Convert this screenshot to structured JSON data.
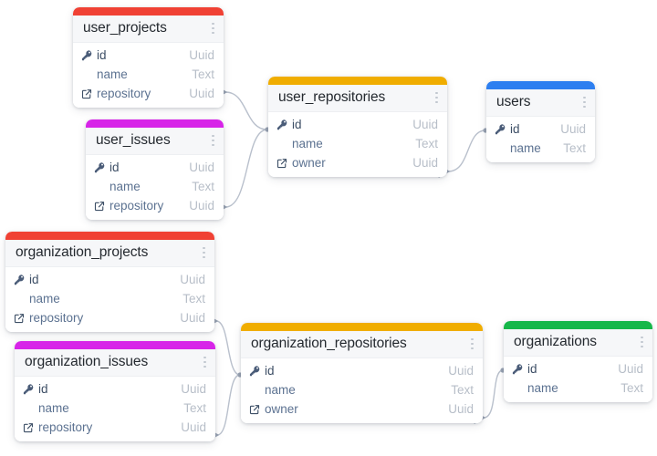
{
  "diagram": {
    "kind": "entity-relationship-diagram",
    "background": "#ffffff",
    "edge_color": "#b9c0cc",
    "menu_icon": "kebab-menu-icon",
    "icons": {
      "primary_key": "key-icon",
      "foreign_key": "external-link-icon"
    },
    "accent_colors": {
      "projects": "#f04134",
      "issues": "#d724e8",
      "repositories": "#f0ad00",
      "users": "#2d7ff0",
      "organizations": "#16b74a"
    }
  },
  "tables": [
    {
      "id": "user_projects",
      "name": "user_projects",
      "accent": "#f04134",
      "fields": [
        {
          "icon": "key-icon",
          "name": "id",
          "type": "Uuid",
          "key": "primary"
        },
        {
          "icon": "none",
          "name": "name",
          "type": "Text",
          "key": "none"
        },
        {
          "icon": "external-link-icon",
          "name": "repository",
          "type": "Uuid",
          "key": "foreign"
        }
      ]
    },
    {
      "id": "user_issues",
      "name": "user_issues",
      "accent": "#d724e8",
      "fields": [
        {
          "icon": "key-icon",
          "name": "id",
          "type": "Uuid",
          "key": "primary"
        },
        {
          "icon": "none",
          "name": "name",
          "type": "Text",
          "key": "none"
        },
        {
          "icon": "external-link-icon",
          "name": "repository",
          "type": "Uuid",
          "key": "foreign"
        }
      ]
    },
    {
      "id": "user_repositories",
      "name": "user_repositories",
      "accent": "#f0ad00",
      "fields": [
        {
          "icon": "key-icon",
          "name": "id",
          "type": "Uuid",
          "key": "primary"
        },
        {
          "icon": "none",
          "name": "name",
          "type": "Text",
          "key": "none"
        },
        {
          "icon": "external-link-icon",
          "name": "owner",
          "type": "Uuid",
          "key": "foreign"
        }
      ]
    },
    {
      "id": "users",
      "name": "users",
      "accent": "#2d7ff0",
      "fields": [
        {
          "icon": "key-icon",
          "name": "id",
          "type": "Uuid",
          "key": "primary"
        },
        {
          "icon": "none",
          "name": "name",
          "type": "Text",
          "key": "none"
        }
      ]
    },
    {
      "id": "organization_projects",
      "name": "organization_projects",
      "accent": "#f04134",
      "fields": [
        {
          "icon": "key-icon",
          "name": "id",
          "type": "Uuid",
          "key": "primary"
        },
        {
          "icon": "none",
          "name": "name",
          "type": "Text",
          "key": "none"
        },
        {
          "icon": "external-link-icon",
          "name": "repository",
          "type": "Uuid",
          "key": "foreign"
        }
      ]
    },
    {
      "id": "organization_issues",
      "name": "organization_issues",
      "accent": "#d724e8",
      "fields": [
        {
          "icon": "key-icon",
          "name": "id",
          "type": "Uuid",
          "key": "primary"
        },
        {
          "icon": "none",
          "name": "name",
          "type": "Text",
          "key": "none"
        },
        {
          "icon": "external-link-icon",
          "name": "repository",
          "type": "Uuid",
          "key": "foreign"
        }
      ]
    },
    {
      "id": "organization_repositories",
      "name": "organization_repositories",
      "accent": "#f0ad00",
      "fields": [
        {
          "icon": "key-icon",
          "name": "id",
          "type": "Uuid",
          "key": "primary"
        },
        {
          "icon": "none",
          "name": "name",
          "type": "Text",
          "key": "none"
        },
        {
          "icon": "external-link-icon",
          "name": "owner",
          "type": "Uuid",
          "key": "foreign"
        }
      ]
    },
    {
      "id": "organizations",
      "name": "organizations",
      "accent": "#16b74a",
      "fields": [
        {
          "icon": "key-icon",
          "name": "id",
          "type": "Uuid",
          "key": "primary"
        },
        {
          "icon": "none",
          "name": "name",
          "type": "Text",
          "key": "none"
        }
      ]
    }
  ],
  "relationships": [
    {
      "from_table": "user_projects",
      "from_field": "repository",
      "to_table": "user_repositories",
      "to_field": "id"
    },
    {
      "from_table": "user_issues",
      "from_field": "repository",
      "to_table": "user_repositories",
      "to_field": "id"
    },
    {
      "from_table": "user_repositories",
      "from_field": "owner",
      "to_table": "users",
      "to_field": "id"
    },
    {
      "from_table": "organization_projects",
      "from_field": "repository",
      "to_table": "organization_repositories",
      "to_field": "id"
    },
    {
      "from_table": "organization_issues",
      "from_field": "repository",
      "to_table": "organization_repositories",
      "to_field": "id"
    },
    {
      "from_table": "organization_repositories",
      "from_field": "owner",
      "to_table": "organizations",
      "to_field": "id"
    }
  ]
}
